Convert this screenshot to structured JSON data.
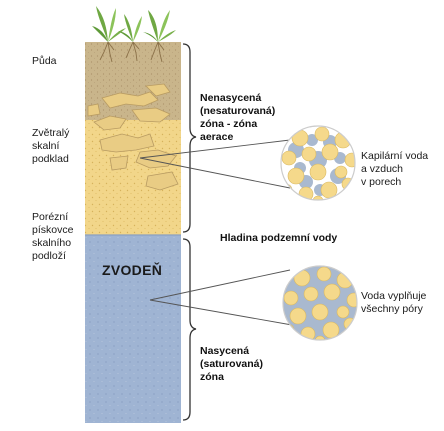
{
  "labels": {
    "soil": "Půda",
    "weathered_bedrock": "Zvětralý\nskalní\npodklad",
    "porous_sandstone": "Porézní\npískovce\nskalního\npodloží",
    "unsaturated_zone": "Nenasycená\n(nesaturovaná)\nzóna - zóna\naerace",
    "water_table": "Hladina podzemní vody",
    "aquifer": "ZVODEŇ",
    "saturated_zone": "Nasycená\n(saturovaná)\nzóna",
    "capillary_water": "Kapilární voda\na vzduch\nv porech",
    "water_fills_pores": "Voda vyplňuje\nvšechny póry"
  },
  "colors": {
    "soil": "#c9b58b",
    "sandstone": "#f2d68a",
    "aquifer": "#9fb4d3",
    "grain": "#f5d98b",
    "grain_edge": "#d9b860",
    "pore_air": "#ffffff",
    "pore_water": "#a9b9cf",
    "plant": "#78b04a",
    "line": "#333333"
  },
  "icons": {
    "plant": "plant-icon",
    "pore_circle": "pore-detail-icon"
  }
}
